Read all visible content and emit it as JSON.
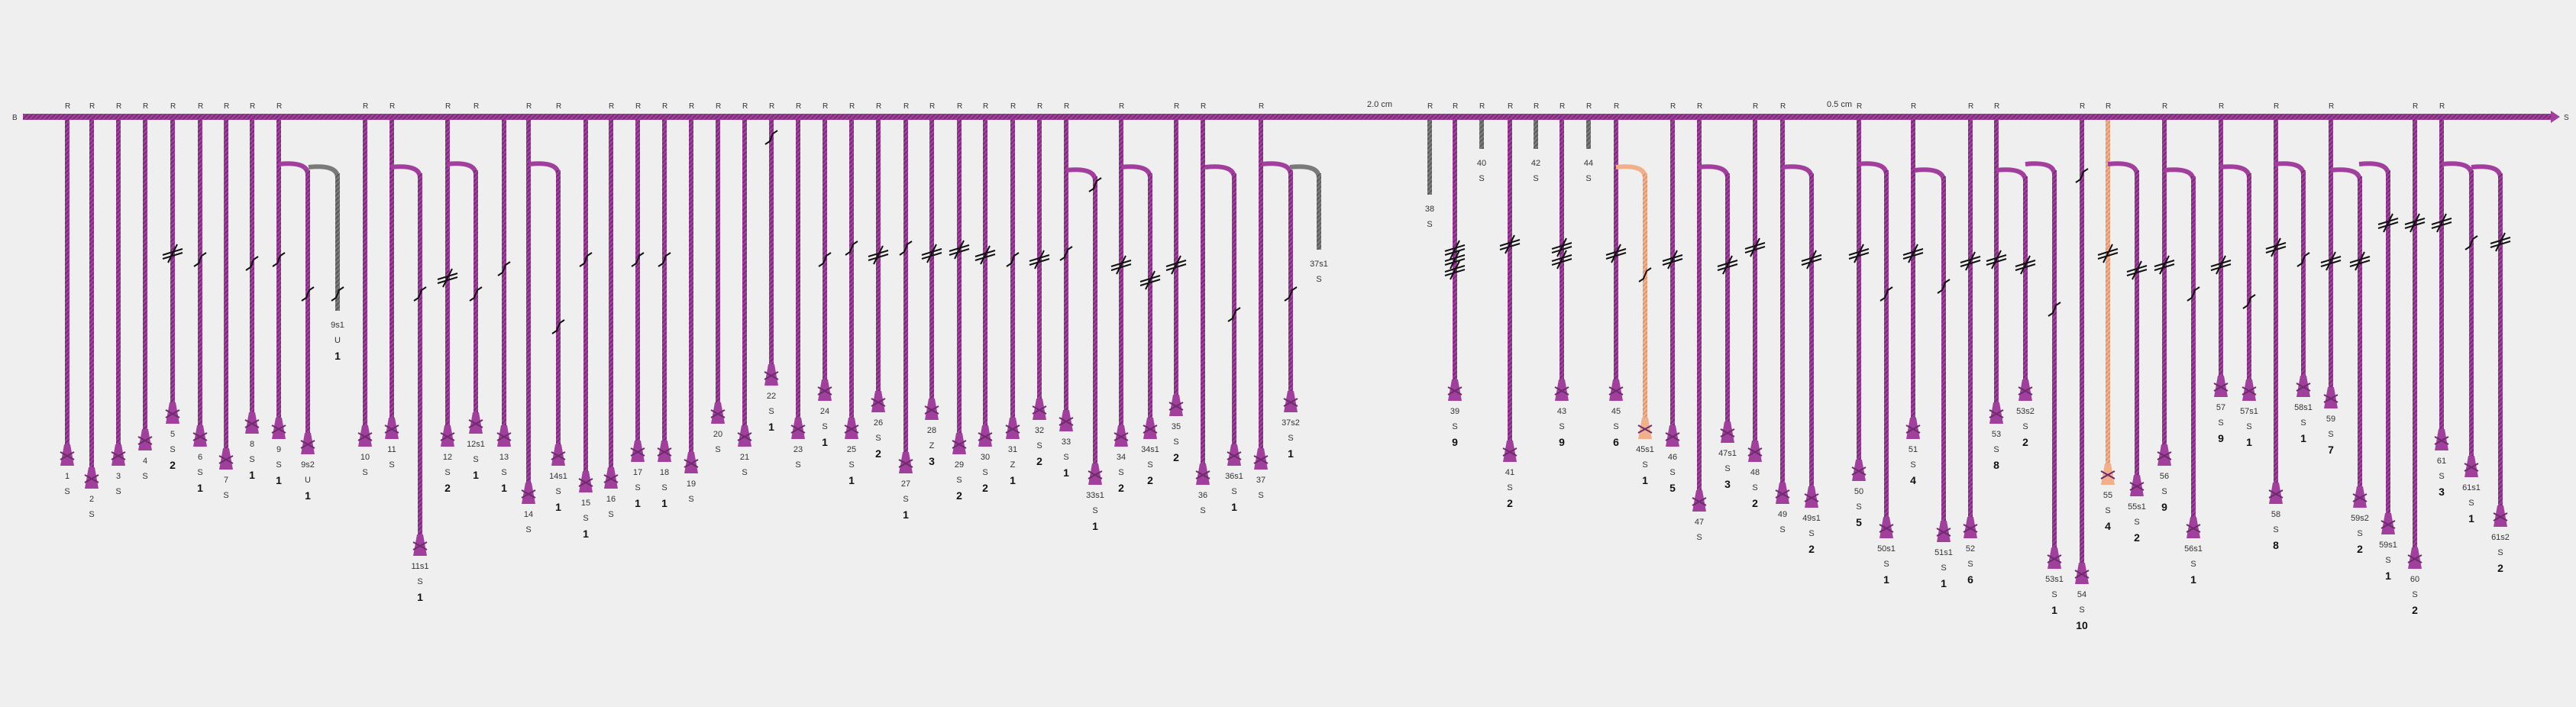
{
  "main_cord": {
    "start_label": "B",
    "end_label": "S",
    "scale_labels": [
      "2.0 cm",
      "0.5 cm"
    ],
    "color": "#a0409c"
  },
  "colors": {
    "purple": "#a0409c",
    "purple_dark": "#6e2a6c",
    "gray": "#7a7a7a",
    "peach": "#f0b08c",
    "background": "#f0eff0",
    "knot": "#111111"
  },
  "pendants": [
    {
      "id": "1",
      "ply": "S",
      "color": "purple"
    },
    {
      "id": "2",
      "ply": "S",
      "color": "purple"
    },
    {
      "id": "3",
      "ply": "S",
      "color": "purple"
    },
    {
      "id": "4",
      "ply": "S",
      "color": "purple"
    },
    {
      "id": "5",
      "ply": "S",
      "count": "2",
      "color": "purple"
    },
    {
      "id": "6",
      "ply": "S",
      "count": "1",
      "color": "purple"
    },
    {
      "id": "7",
      "ply": "S",
      "color": "purple"
    },
    {
      "id": "8",
      "ply": "S",
      "count": "1",
      "color": "purple"
    },
    {
      "id": "9",
      "ply": "S",
      "count": "1",
      "color": "purple"
    },
    {
      "id": "9s2",
      "ply": "U",
      "count": "1",
      "color": "purple",
      "sub": true
    },
    {
      "id": "9s1",
      "ply": "U",
      "count": "1",
      "color": "gray",
      "sub": true
    },
    {
      "id": "10",
      "ply": "S",
      "color": "purple"
    },
    {
      "id": "11",
      "ply": "S",
      "color": "purple"
    },
    {
      "id": "11s1",
      "ply": "S",
      "count": "1",
      "color": "purple",
      "sub": true
    },
    {
      "id": "12",
      "ply": "S",
      "count": "2",
      "color": "purple"
    },
    {
      "id": "12s1",
      "ply": "S",
      "count": "1",
      "color": "purple",
      "sub": true
    },
    {
      "id": "13",
      "ply": "S",
      "count": "1",
      "color": "purple"
    },
    {
      "id": "14",
      "ply": "S",
      "color": "purple"
    },
    {
      "id": "14s1",
      "ply": "S",
      "count": "1",
      "color": "purple",
      "sub": true
    },
    {
      "id": "15",
      "ply": "S",
      "count": "1",
      "color": "purple"
    },
    {
      "id": "16",
      "ply": "S",
      "color": "purple"
    },
    {
      "id": "17",
      "ply": "S",
      "count": "1",
      "color": "purple"
    },
    {
      "id": "18",
      "ply": "S",
      "count": "1",
      "color": "purple"
    },
    {
      "id": "19",
      "ply": "S",
      "color": "purple"
    },
    {
      "id": "20",
      "ply": "S",
      "color": "purple"
    },
    {
      "id": "21",
      "ply": "S",
      "color": "purple"
    },
    {
      "id": "22",
      "ply": "S",
      "count": "1",
      "color": "purple"
    },
    {
      "id": "23",
      "ply": "S",
      "color": "purple"
    },
    {
      "id": "24",
      "ply": "S",
      "count": "1",
      "color": "purple"
    },
    {
      "id": "25",
      "ply": "S",
      "count": "1",
      "color": "purple"
    },
    {
      "id": "26",
      "ply": "S",
      "count": "2",
      "color": "purple"
    },
    {
      "id": "27",
      "ply": "S",
      "count": "1",
      "color": "purple"
    },
    {
      "id": "28",
      "ply": "Z",
      "count": "3",
      "color": "purple"
    },
    {
      "id": "29",
      "ply": "S",
      "count": "2",
      "color": "purple"
    },
    {
      "id": "30",
      "ply": "S",
      "count": "2",
      "color": "purple"
    },
    {
      "id": "31",
      "ply": "Z",
      "count": "1",
      "color": "purple"
    },
    {
      "id": "32",
      "ply": "S",
      "count": "2",
      "color": "purple"
    },
    {
      "id": "33",
      "ply": "S",
      "count": "1",
      "color": "purple"
    },
    {
      "id": "33s1",
      "ply": "S",
      "count": "1",
      "color": "purple",
      "sub": true
    },
    {
      "id": "34",
      "ply": "S",
      "count": "2",
      "color": "purple"
    },
    {
      "id": "34s1",
      "ply": "S",
      "count": "2",
      "color": "purple",
      "sub": true
    },
    {
      "id": "35",
      "ply": "S",
      "count": "2",
      "color": "purple"
    },
    {
      "id": "36",
      "ply": "S",
      "color": "purple"
    },
    {
      "id": "36s1",
      "ply": "S",
      "count": "1",
      "color": "purple",
      "sub": true
    },
    {
      "id": "37",
      "ply": "S",
      "color": "purple"
    },
    {
      "id": "37s2",
      "ply": "S",
      "count": "1",
      "color": "purple",
      "sub": true
    },
    {
      "id": "37s1",
      "ply": "S",
      "color": "gray",
      "sub": true
    },
    {
      "id": "38",
      "ply": "S",
      "color": "gray"
    },
    {
      "id": "39",
      "ply": "S",
      "count": "9",
      "color": "purple"
    },
    {
      "id": "40",
      "ply": "S",
      "color": "gray"
    },
    {
      "id": "41",
      "ply": "S",
      "count": "2",
      "color": "purple"
    },
    {
      "id": "42",
      "ply": "S",
      "color": "gray"
    },
    {
      "id": "43",
      "ply": "S",
      "count": "9",
      "color": "purple"
    },
    {
      "id": "44",
      "ply": "S",
      "color": "gray"
    },
    {
      "id": "45",
      "ply": "S",
      "count": "6",
      "color": "purple"
    },
    {
      "id": "45s1",
      "ply": "S",
      "count": "1",
      "color": "peach",
      "sub": true
    },
    {
      "id": "46",
      "ply": "S",
      "count": "5",
      "color": "purple"
    },
    {
      "id": "47",
      "ply": "S",
      "color": "purple"
    },
    {
      "id": "47s1",
      "ply": "S",
      "count": "3",
      "color": "purple",
      "sub": true
    },
    {
      "id": "48",
      "ply": "S",
      "count": "2",
      "color": "purple"
    },
    {
      "id": "49",
      "ply": "S",
      "color": "purple"
    },
    {
      "id": "49s1",
      "ply": "S",
      "count": "2",
      "color": "purple",
      "sub": true
    },
    {
      "id": "50",
      "ply": "S",
      "count": "5",
      "color": "purple"
    },
    {
      "id": "50s1",
      "ply": "S",
      "count": "1",
      "color": "purple",
      "sub": true
    },
    {
      "id": "51",
      "ply": "S",
      "count": "4",
      "color": "purple"
    },
    {
      "id": "51s1",
      "ply": "S",
      "count": "1",
      "color": "purple",
      "sub": true
    },
    {
      "id": "52",
      "ply": "S",
      "count": "6",
      "color": "purple"
    },
    {
      "id": "53",
      "ply": "S",
      "count": "8",
      "color": "purple"
    },
    {
      "id": "53s2",
      "ply": "S",
      "count": "2",
      "color": "purple",
      "sub": true
    },
    {
      "id": "53s1",
      "ply": "S",
      "count": "1",
      "color": "purple",
      "sub": true
    },
    {
      "id": "54",
      "ply": "S",
      "count": "10",
      "color": "purple"
    },
    {
      "id": "55",
      "ply": "S",
      "count": "4",
      "color": "peach"
    },
    {
      "id": "55s1",
      "ply": "S",
      "count": "2",
      "color": "purple",
      "sub": true
    },
    {
      "id": "56",
      "ply": "S",
      "count": "9",
      "color": "purple"
    },
    {
      "id": "56s1",
      "ply": "S",
      "count": "1",
      "color": "purple",
      "sub": true
    },
    {
      "id": "57",
      "ply": "S",
      "count": "9",
      "color": "purple"
    },
    {
      "id": "57s1",
      "ply": "S",
      "count": "1",
      "color": "purple",
      "sub": true
    },
    {
      "id": "58",
      "ply": "S",
      "count": "8",
      "color": "purple"
    },
    {
      "id": "58s1",
      "ply": "S",
      "count": "1",
      "color": "purple",
      "sub": true
    },
    {
      "id": "59",
      "ply": "S",
      "count": "7",
      "color": "purple"
    },
    {
      "id": "59s2",
      "ply": "S",
      "count": "2",
      "color": "purple",
      "sub": true
    },
    {
      "id": "59s1",
      "ply": "S",
      "count": "1",
      "color": "purple",
      "sub": true
    },
    {
      "id": "60",
      "ply": "S",
      "count": "2",
      "color": "purple"
    },
    {
      "id": "61",
      "ply": "S",
      "count": "3",
      "color": "purple"
    },
    {
      "id": "61s1",
      "ply": "S",
      "count": "1",
      "color": "purple",
      "sub": true
    },
    {
      "id": "61s2",
      "ply": "S",
      "count": "2",
      "color": "purple",
      "sub": true
    }
  ],
  "attachment_mark": "R"
}
